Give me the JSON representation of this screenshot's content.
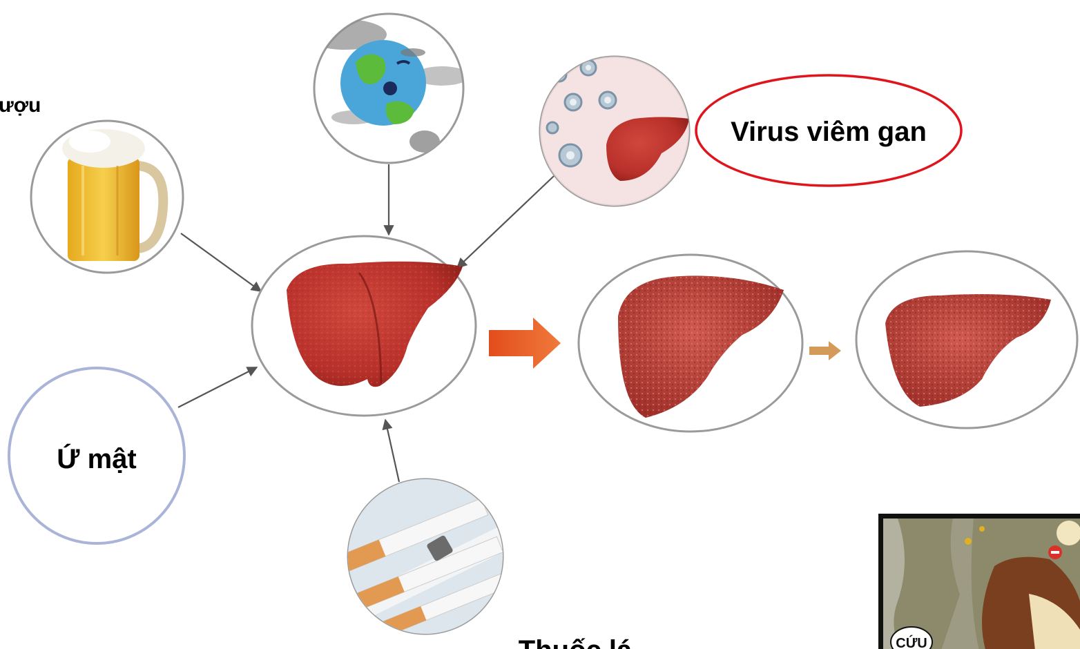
{
  "labels": {
    "alcohol": "ượu",
    "virus": "Virus viêm gan",
    "cholestasis": "Ứ mật",
    "tobacco": "Thuốc lá"
  },
  "icons": {
    "beer": "beer-mug-icon",
    "earth": "polluted-earth-icon",
    "virus": "virus-liver-icon",
    "cigarette": "cigarette-icon",
    "poster": "alcohol-poster-icon"
  },
  "poster_text": "CỨU",
  "colors": {
    "liver": "#b8302a",
    "liver_dark": "#8e1f1a",
    "arrow": "#e8622a",
    "virus_ellipse": "#e0141c",
    "bubble_border": "#a9b4d8",
    "circle_border": "#9a9a9a"
  }
}
